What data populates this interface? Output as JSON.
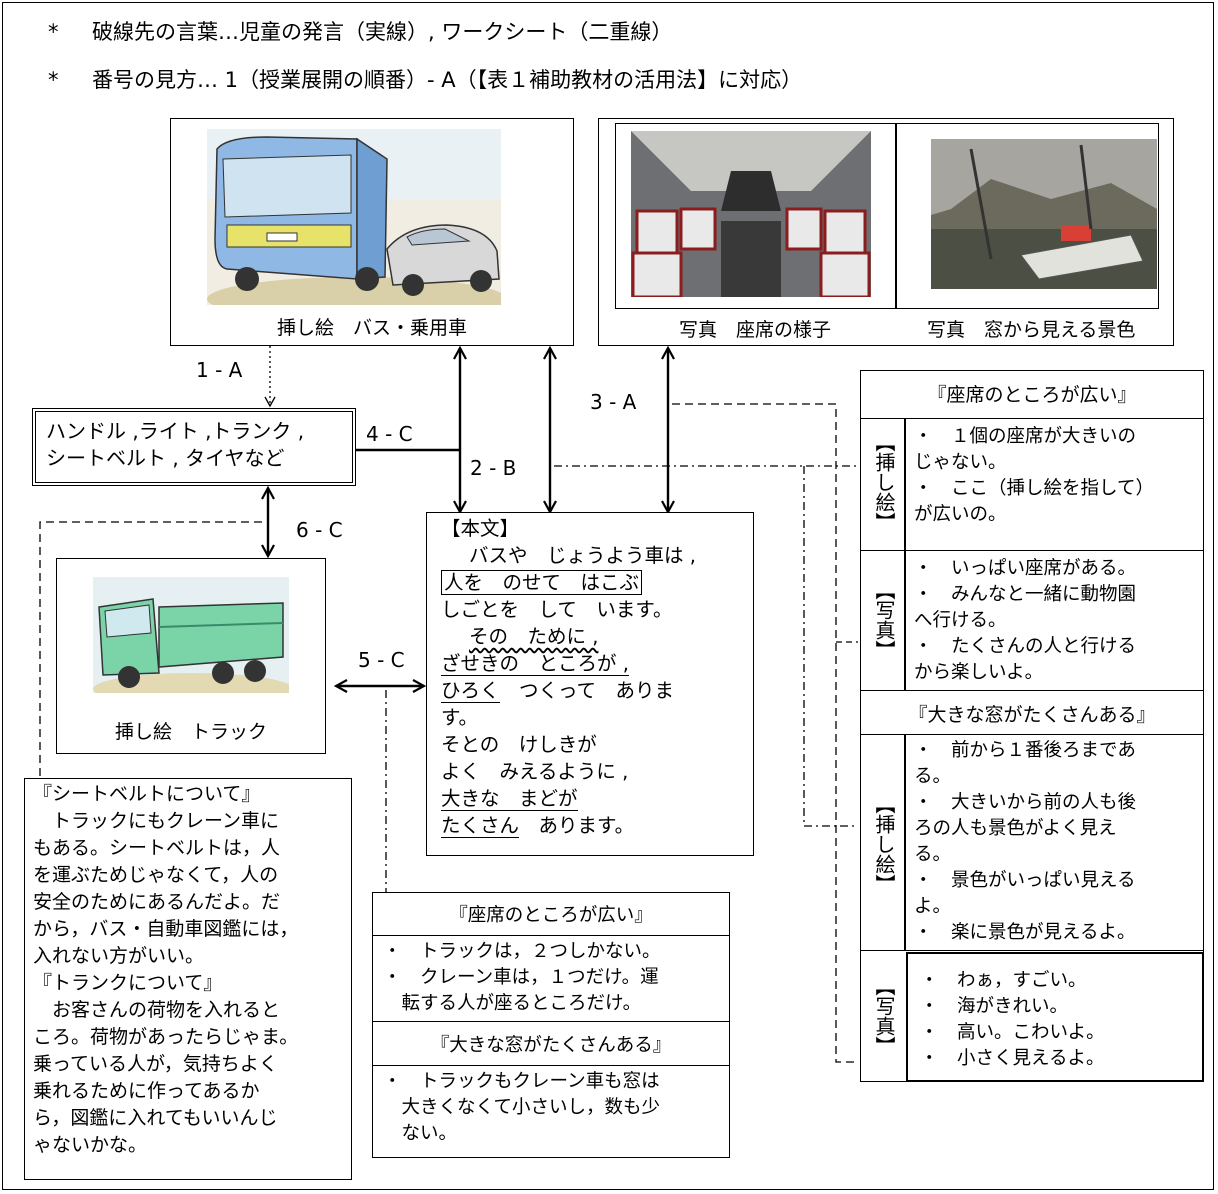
{
  "notes": [
    {
      "star": "*",
      "text": "破線先の言葉…児童の発言（実線）, ワークシート（二重線）"
    },
    {
      "star": "*",
      "text": "番号の見方… 1（授業展開の順番）- A（【表１補助教材の活用法】に対応）"
    }
  ],
  "bus": {
    "caption": "挿し絵　バス・乗用車"
  },
  "photos": {
    "caption_seats": "写真　座席の様子",
    "caption_window": "写真　窓から見える景色"
  },
  "worksheet": {
    "lines": [
      "ハンドル ,ライト ,トランク ,",
      "シートベルト , タイヤなど"
    ]
  },
  "truck": {
    "caption": "挿し絵　トラック"
  },
  "arrow_labels": {
    "a1": "1 - A",
    "a2": "2 - B",
    "a3": "3 - A",
    "a4": "4 - C",
    "a5": "5 - C",
    "a6": "6 - C"
  },
  "main_text": {
    "heading": "【本文】",
    "l1": "バスや　じょうよう車は ,",
    "l2": "人を　のせて　はこぶ",
    "l3": "しごとを　して　います。",
    "l4": "その　ために ,",
    "l5": "ざせきの　ところが ,",
    "l6a": "ひろく",
    "l6b": "　つくって　ありま",
    "l7": "す。",
    "l8": "そとの　けしきが",
    "l9": "よく　みえるように ,",
    "l10": "大きな　まどが",
    "l11a": "たくさん",
    "l11b": "　あります。"
  },
  "left_note": {
    "lines": [
      "『シートベルトについて』",
      "　トラックにもクレーン車に",
      "もある。シートベルトは，人",
      "を運ぶためじゃなくて，人の",
      "安全のためにあるんだよ。だ",
      "から，バス・自動車図鑑には，",
      "入れない方がいい。",
      "『トランクについて』",
      "　お客さんの荷物を入れると",
      "ころ。荷物があったらじゃま。",
      "乗っている人が，気持ちよく",
      "乗れるために作ってあるか",
      "ら，図鑑に入れてもいいんじ",
      "ゃないかな。"
    ]
  },
  "center_note": {
    "h1": "『座席のところが広い』",
    "b1": [
      "・　トラックは，２つしかない。",
      "・　クレーン車は，１つだけ。運",
      "　転する人が座るところだけ。"
    ],
    "h2": "『大きな窓がたくさんある』",
    "b2": [
      "・　トラックもクレーン車も窓は",
      "　大きくなくて小さいし，数も少",
      "　ない。"
    ]
  },
  "right_table": {
    "h1": "『座席のところが広い』",
    "tag_illus": "【挿し絵】",
    "tag_photo": "【写真】",
    "r1": [
      "・　１個の座席が大きいの",
      "じゃない。",
      "・　ここ（挿し絵を指して）",
      "が広いの。"
    ],
    "r2": [
      "・　いっぱい座席がある。",
      "・　みんなと一緒に動物園",
      "へ行ける。",
      "・　たくさんの人と行ける",
      "から楽しいよ。"
    ],
    "h2": "『大きな窓がたくさんある』",
    "r3": [
      "・　前から１番後ろまであ",
      "る。",
      "・　大きいから前の人も後",
      "ろの人も景色がよく見え",
      "る。",
      "・　景色がいっぱい見える",
      "よ。",
      "・　楽に景色が見えるよ。"
    ],
    "r4": [
      "・　わぁ，すごい。",
      "・　海がきれい。",
      "・　高い。こわいよ。",
      "・　小さく見えるよ。"
    ]
  }
}
